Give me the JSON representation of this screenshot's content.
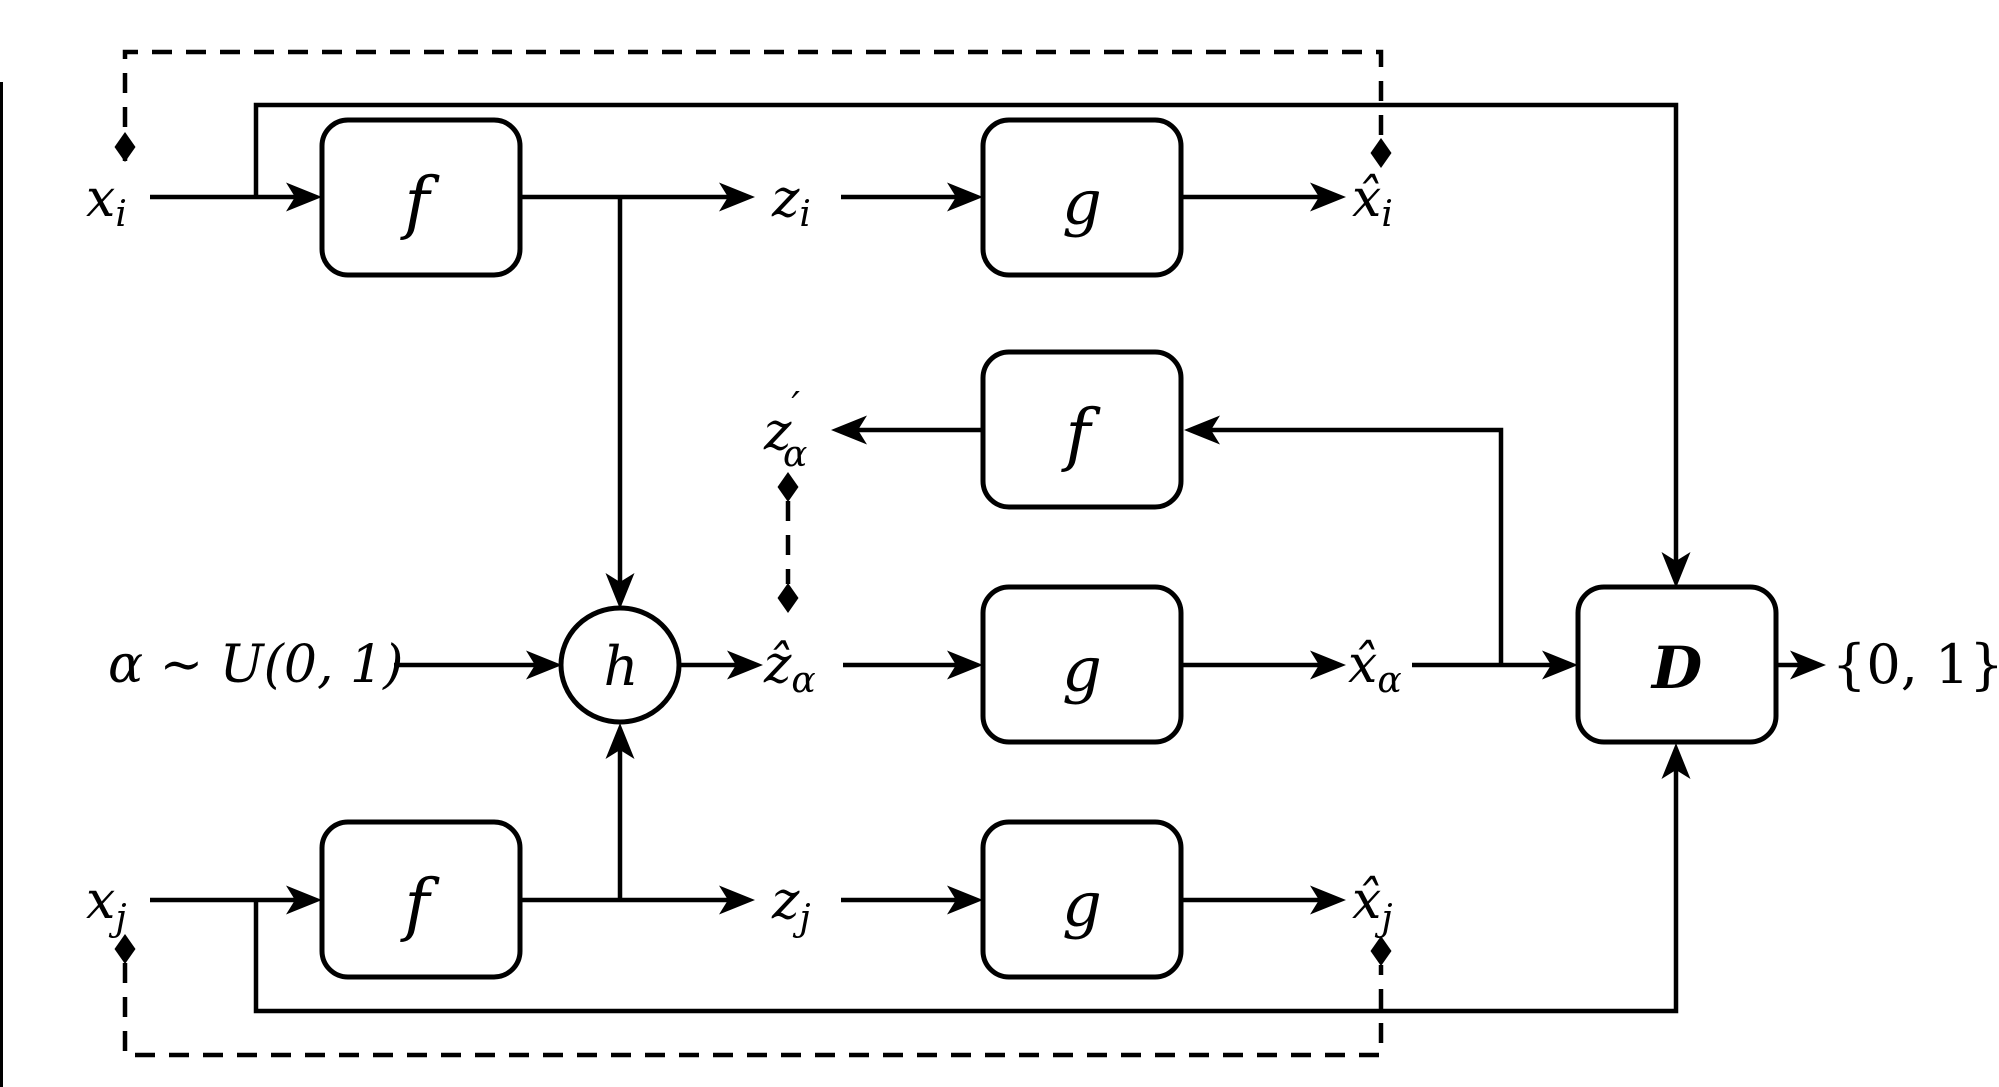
{
  "figure": {
    "background": "#ffffff",
    "ink": "#000000",
    "nodes": {
      "encoder_top": "f",
      "decoder_top": "g",
      "encoder_mid": "f",
      "decoder_mid": "g",
      "encoder_bottom": "f",
      "decoder_bottom": "g",
      "discriminator": "D",
      "interpolator": "h"
    },
    "labels": {
      "x_i": {
        "main": "x",
        "sub": "i"
      },
      "z_i": {
        "main": "z",
        "sub": "i"
      },
      "xhat_i": {
        "main": "x̂",
        "sub": "i"
      },
      "alpha_expr": "α ∼ U(0, 1)",
      "zprime_alpha": {
        "main": "z",
        "prime": "′",
        "sub": "α"
      },
      "zhat_alpha": {
        "main": "ẑ",
        "sub": "α"
      },
      "xhat_alpha": {
        "main": "x̂",
        "sub": "α"
      },
      "x_j": {
        "main": "x",
        "sub": "j"
      },
      "z_j": {
        "main": "z",
        "sub": "j"
      },
      "xhat_j": {
        "main": "x̂",
        "sub": "j"
      },
      "output_set": "{0, 1}"
    }
  }
}
